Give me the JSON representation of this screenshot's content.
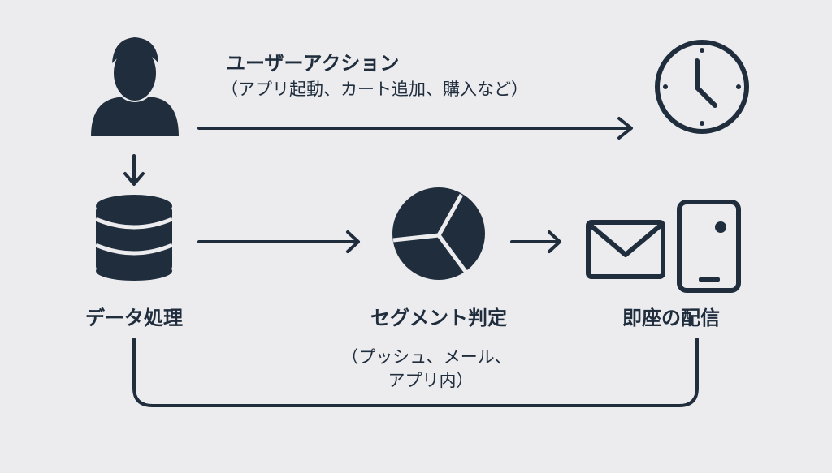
{
  "colors": {
    "ink": "#1f2d3d",
    "background": "#ececef"
  },
  "user_action": {
    "title": "ユーザーアクション",
    "subtitle": "（アプリ起動、カート追加、購入など）"
  },
  "data_processing": {
    "label": "データ処理"
  },
  "segment": {
    "label": "セグメント判定",
    "sub_line1": "（プッシュ、メール、",
    "sub_line2": "アプリ内）"
  },
  "delivery": {
    "label": "即座の配信"
  },
  "icons": [
    "user-icon",
    "clock-icon",
    "database-icon",
    "pie-chart-icon",
    "envelope-icon",
    "smartphone-icon"
  ]
}
